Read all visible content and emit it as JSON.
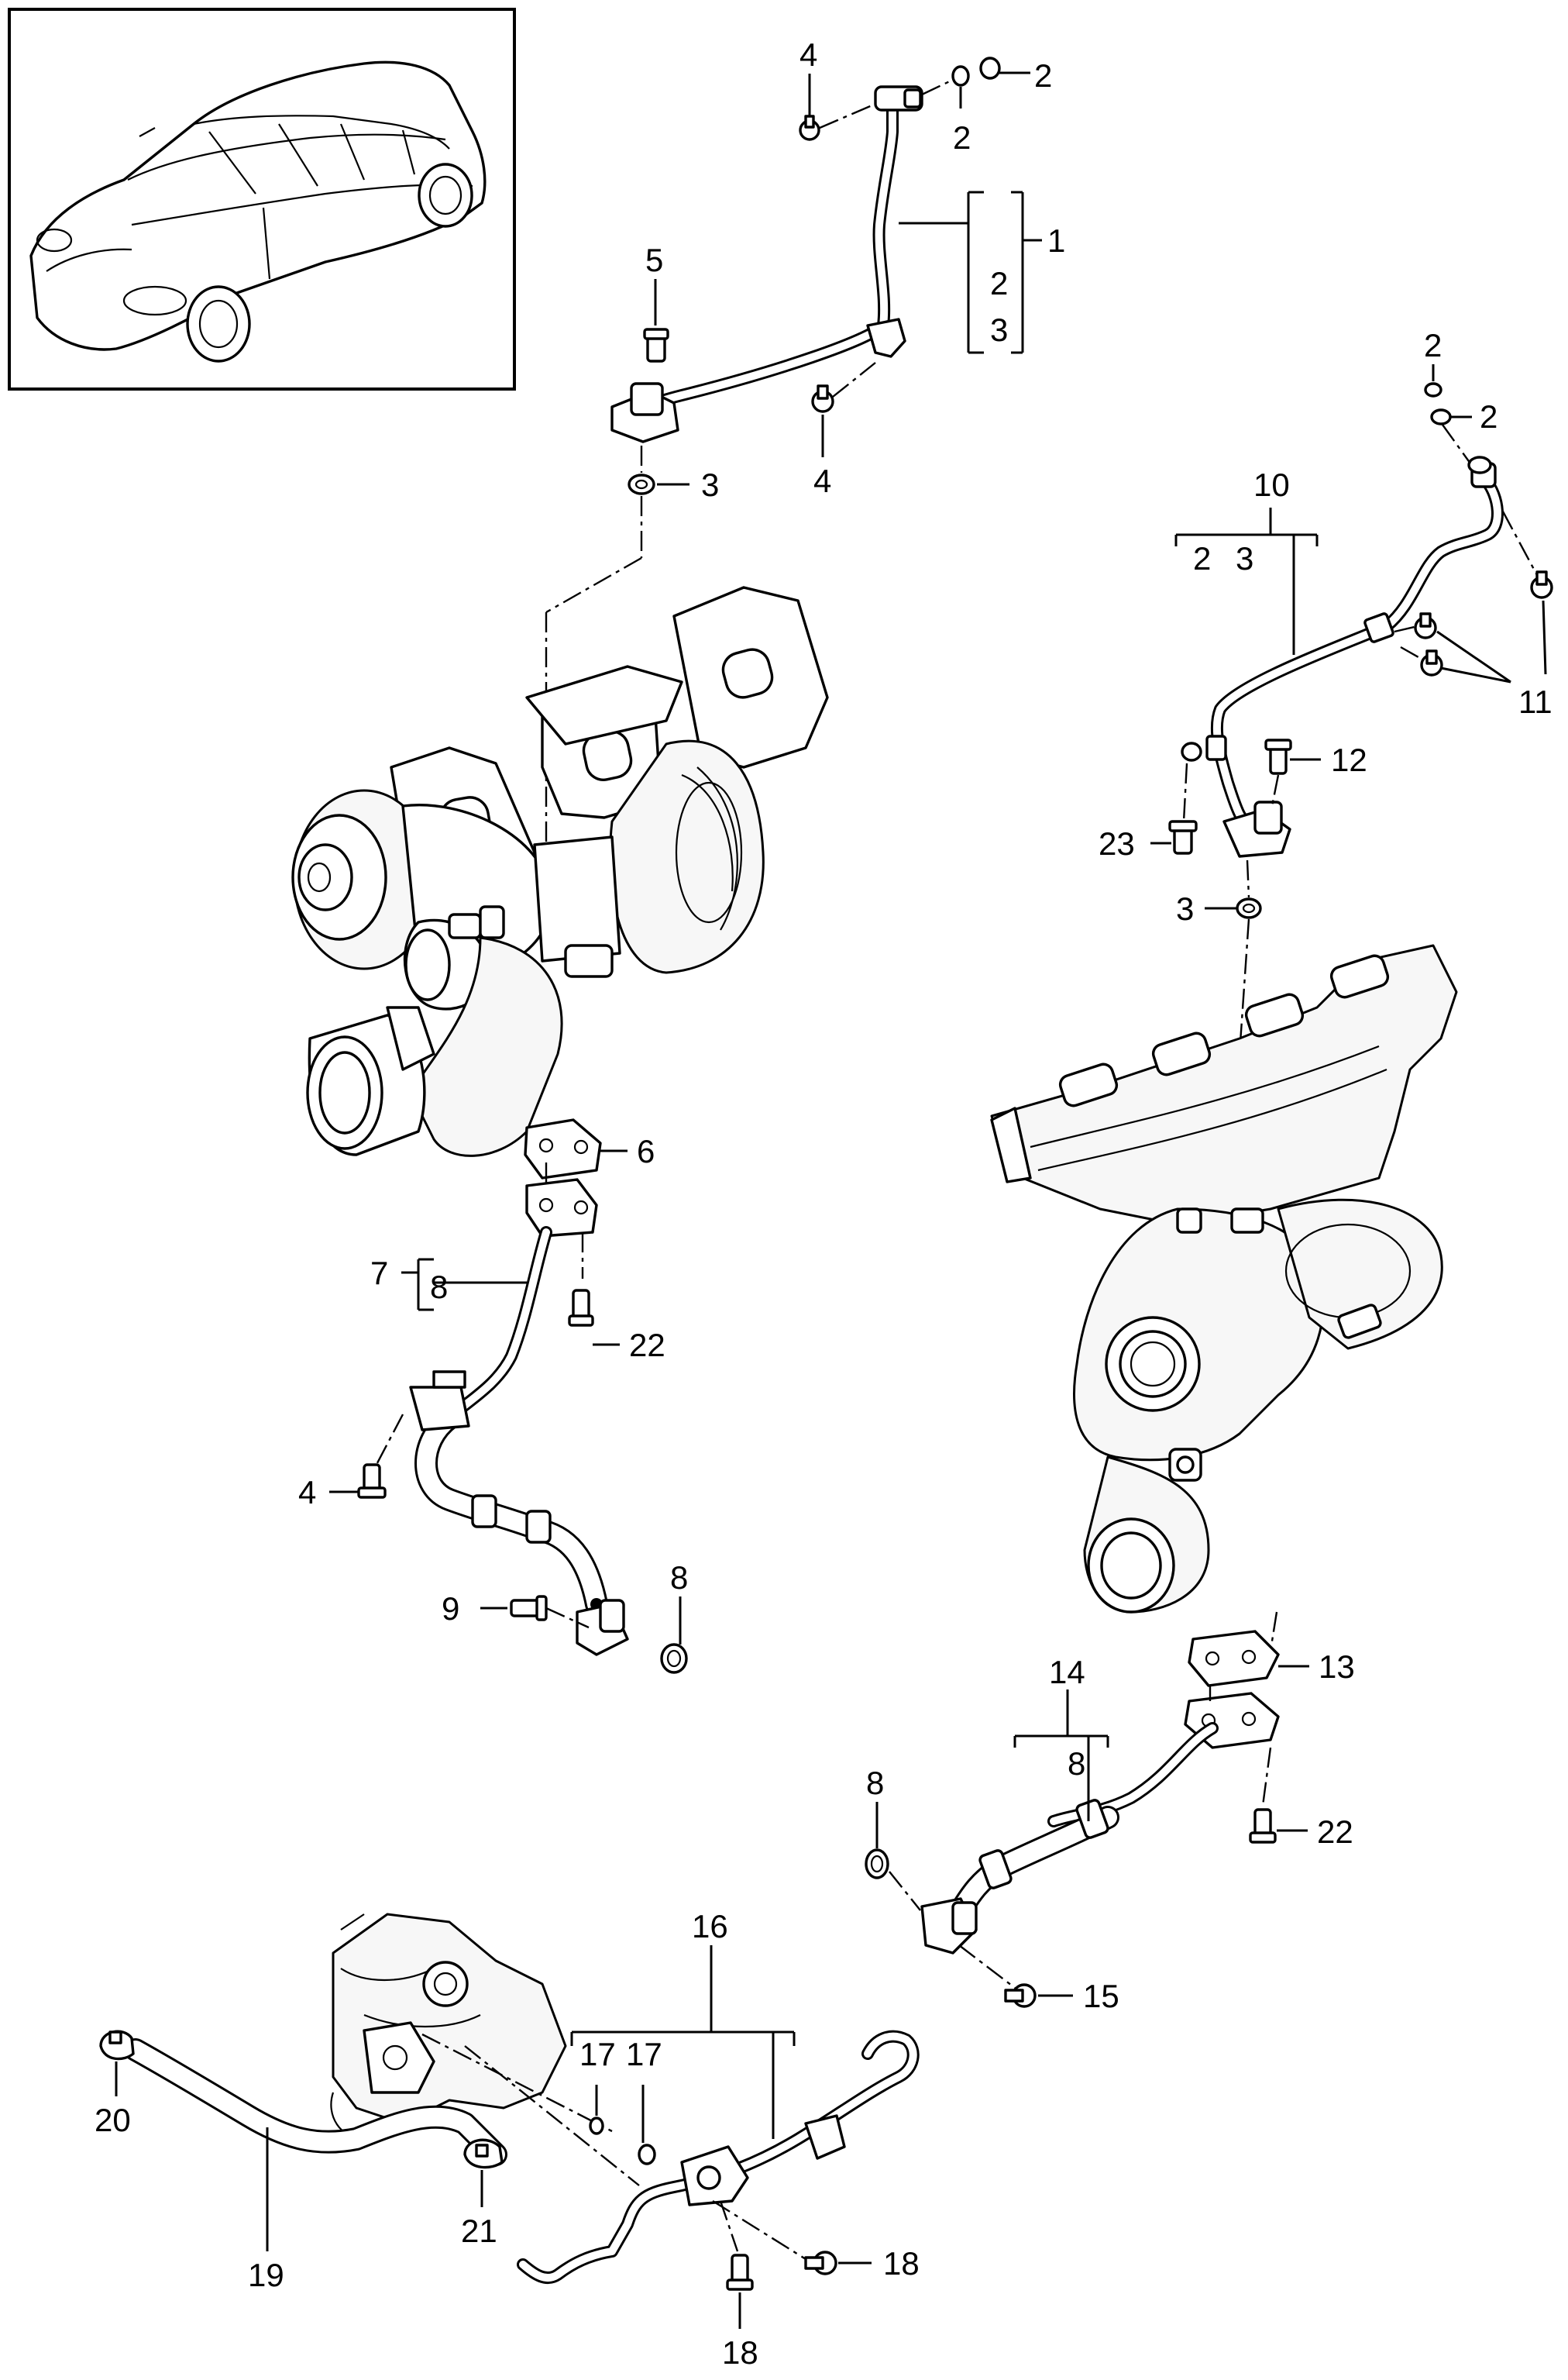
{
  "callouts": [
    {
      "id": "c1",
      "text": "1"
    },
    {
      "id": "c2a",
      "text": "2"
    },
    {
      "id": "c2b",
      "text": "2"
    },
    {
      "id": "c2c",
      "text": "2"
    },
    {
      "id": "c3a",
      "text": "3"
    },
    {
      "id": "c3b",
      "text": "3"
    },
    {
      "id": "c4a",
      "text": "4"
    },
    {
      "id": "c4b",
      "text": "4"
    },
    {
      "id": "c5",
      "text": "5"
    },
    {
      "id": "c2d",
      "text": "2"
    },
    {
      "id": "c2e",
      "text": "2"
    },
    {
      "id": "c10",
      "text": "10"
    },
    {
      "id": "c2f",
      "text": "2"
    },
    {
      "id": "c3c",
      "text": "3"
    },
    {
      "id": "c11",
      "text": "11"
    },
    {
      "id": "c12",
      "text": "12"
    },
    {
      "id": "c23",
      "text": "23"
    },
    {
      "id": "c3d",
      "text": "3"
    },
    {
      "id": "c6",
      "text": "6"
    },
    {
      "id": "c7",
      "text": "7"
    },
    {
      "id": "c8a",
      "text": "8"
    },
    {
      "id": "c22a",
      "text": "22"
    },
    {
      "id": "c4c",
      "text": "4"
    },
    {
      "id": "c9",
      "text": "9"
    },
    {
      "id": "c8b",
      "text": "8"
    },
    {
      "id": "c13",
      "text": "13"
    },
    {
      "id": "c14",
      "text": "14"
    },
    {
      "id": "c8c",
      "text": "8"
    },
    {
      "id": "c8d",
      "text": "8"
    },
    {
      "id": "c22b",
      "text": "22"
    },
    {
      "id": "c15",
      "text": "15"
    },
    {
      "id": "c16",
      "text": "16"
    },
    {
      "id": "c17a",
      "text": "17"
    },
    {
      "id": "c17b",
      "text": "17"
    },
    {
      "id": "c18a",
      "text": "18"
    },
    {
      "id": "c18b",
      "text": "18"
    },
    {
      "id": "c19",
      "text": "19"
    },
    {
      "id": "c20",
      "text": "20"
    },
    {
      "id": "c21",
      "text": "21"
    }
  ]
}
